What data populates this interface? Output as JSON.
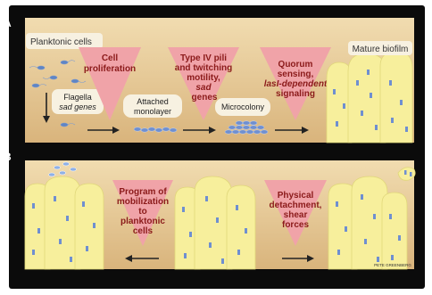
{
  "panel_a": {
    "letter": "A",
    "planktonic_label": "Planktonic cells",
    "flagella_label": [
      "Flagella",
      "sad genes"
    ],
    "cell_proliferation": [
      "Cell",
      "proliferation"
    ],
    "attached_monolayer": [
      "Attached",
      "monolayer"
    ],
    "type_iv": [
      "Type IV pili",
      "and twitching",
      "motility,",
      "sad",
      "genes"
    ],
    "microcolony": "Microcolony",
    "quorum": [
      "Quorum",
      "sensing,",
      "lasI-dependent",
      "signaling"
    ],
    "mature_biofilm": "Mature biofilm"
  },
  "panel_b": {
    "letter": "B",
    "program": [
      "Program of",
      "mobilization",
      "to",
      "planktonic",
      "cells"
    ],
    "detachment": [
      "Physical",
      "detachment,",
      "shear",
      "forces"
    ]
  },
  "credit": "PETE GREENBERG",
  "colors": {
    "panel_bg": "#e9cf9b",
    "biofilm": "#f7ef9c",
    "triangle": "#f0a3a8",
    "text": "#8b1a1a",
    "cells": "#4a6fb0"
  }
}
